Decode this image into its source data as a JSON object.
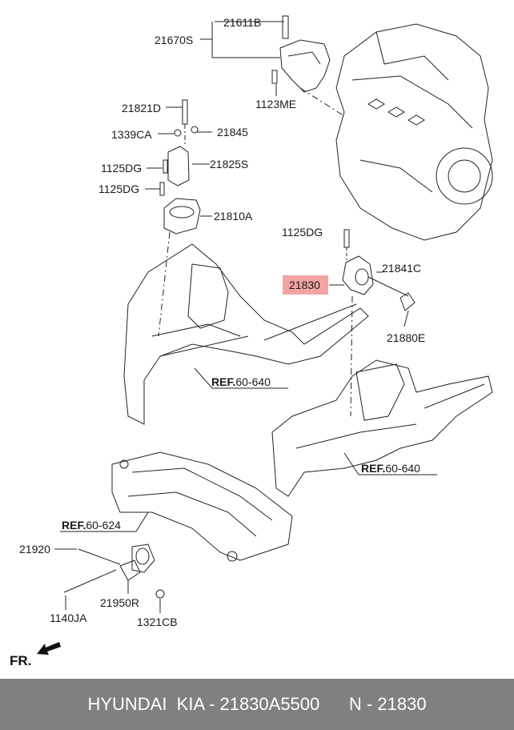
{
  "labels": {
    "p21611B": "21611B",
    "p21670S": "21670S",
    "p1123ME": "1123ME",
    "p21821D": "21821D",
    "p1339CA": "1339CA",
    "p21845": "21845",
    "p1125DG_a": "1125DG",
    "p21825S": "21825S",
    "p1125DG_b": "1125DG",
    "p21810A": "21810A",
    "p1125DG_c": "1125DG",
    "p21841C": "21841C",
    "p21830": "21830",
    "p21880E": "21880E",
    "p21920": "21920",
    "p1140JA": "1140JA",
    "p21950R": "21950R",
    "p1321CB": "1321CB"
  },
  "refs": {
    "ref1_prefix": "REF.",
    "ref1_code": "60-640",
    "ref2_prefix": "REF.",
    "ref2_code": "60-640",
    "ref3_prefix": "REF.",
    "ref3_code": "60-624"
  },
  "front_marker": "FR.",
  "footer": {
    "text": "HYUNDAI  KIA - 21830A5500      N - 21830"
  },
  "colors": {
    "highlight": "#f4a3a3",
    "footer_bg": "#808080"
  }
}
